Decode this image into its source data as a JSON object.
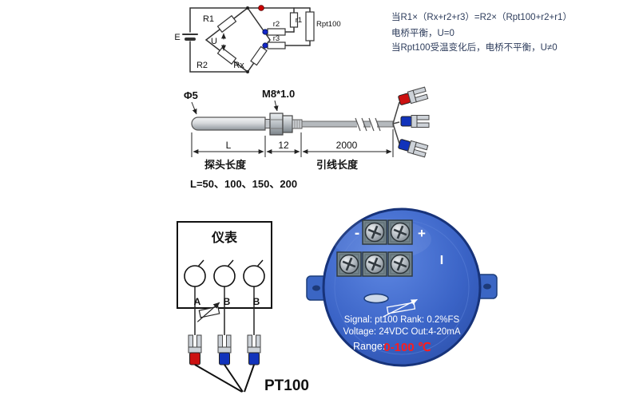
{
  "bridge": {
    "e": "E",
    "R1": "R1",
    "R2": "R2",
    "Rx": "Rx",
    "U": "U",
    "r1": "r1",
    "r2": "r2",
    "r3": "r3",
    "Rpt100": "Rpt100",
    "notes": {
      "line1": "当R1×（Rx+r2+r3）=R2×（Rpt100+r2+r1）",
      "line2": "电桥平衡，U=0",
      "line3": "当Rpt100受温变化后，电桥不平衡，U≠0"
    }
  },
  "probe": {
    "diameter": "Φ5",
    "thread": "M8*1.0",
    "dimL": "L",
    "dim12": "12",
    "dim2000": "2000",
    "probeLength": "探头长度",
    "leadLength": "引线长度",
    "options": "L=50、100、150、200"
  },
  "instrument": {
    "title": "仪表",
    "a": "A",
    "b1": "B",
    "b2": "B",
    "sensor": "PT100"
  },
  "transmitter": {
    "minus": "-",
    "plus": "+",
    "mark": "I",
    "line1": "Signal: pt100 Rank: 0.2%FS",
    "line2": "Voltage: 24VDC Out:4-20mA",
    "rangeLabel": "Range:",
    "rangeValue": "0-100 ℃"
  }
}
